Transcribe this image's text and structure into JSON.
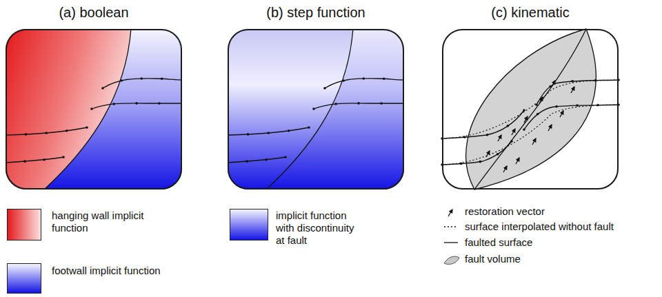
{
  "diagram": {
    "nodes": [
      {
        "text": [
          "(a) boolean"
        ]
      },
      {
        "text": [
          "(b) step function"
        ]
      },
      {
        "text": [
          "(c) kinematic"
        ]
      }
    ],
    "legend": [
      {
        "text": "hanging wall implicit function",
        "color": "#e41a1c"
      },
      {
        "text": "footwall implicit function",
        "color": "#1414e6"
      },
      {
        "text": "implicit function with discontinuity at fault",
        "color": "#1414e6"
      },
      {
        "text": "restoration vector"
      },
      {
        "text": "surface interpolated without fault"
      },
      {
        "text": "faulted surface"
      },
      {
        "text": "fault volume"
      }
    ]
  }
}
